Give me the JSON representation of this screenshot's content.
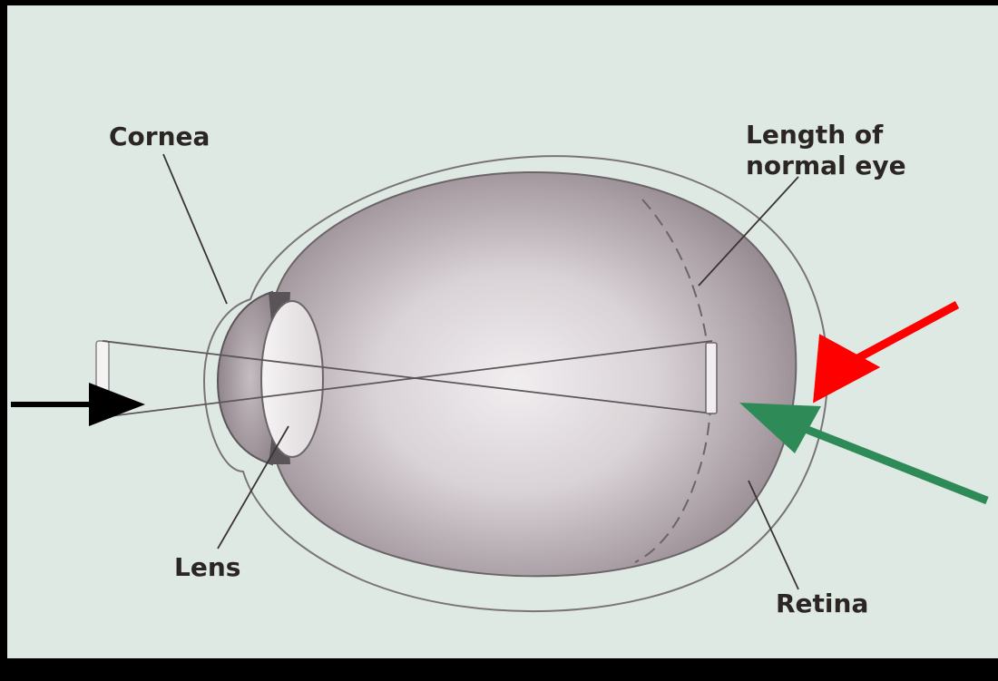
{
  "labels": {
    "cornea": "Cornea",
    "length_line1": "Length of",
    "length_line2": "normal eye",
    "lens": "Lens",
    "retina": "Retina"
  },
  "colors": {
    "background_panel": "#dfe9e4",
    "frame": "#000000",
    "eyeball_fill": "#a39aa0",
    "eyeball_highlight": "#ece8ea",
    "outline": "#6b6468",
    "label_text": "#2b2624",
    "arrow_black": "#000000",
    "arrow_red": "#ff0000",
    "arrow_green": "#2e8b57"
  }
}
